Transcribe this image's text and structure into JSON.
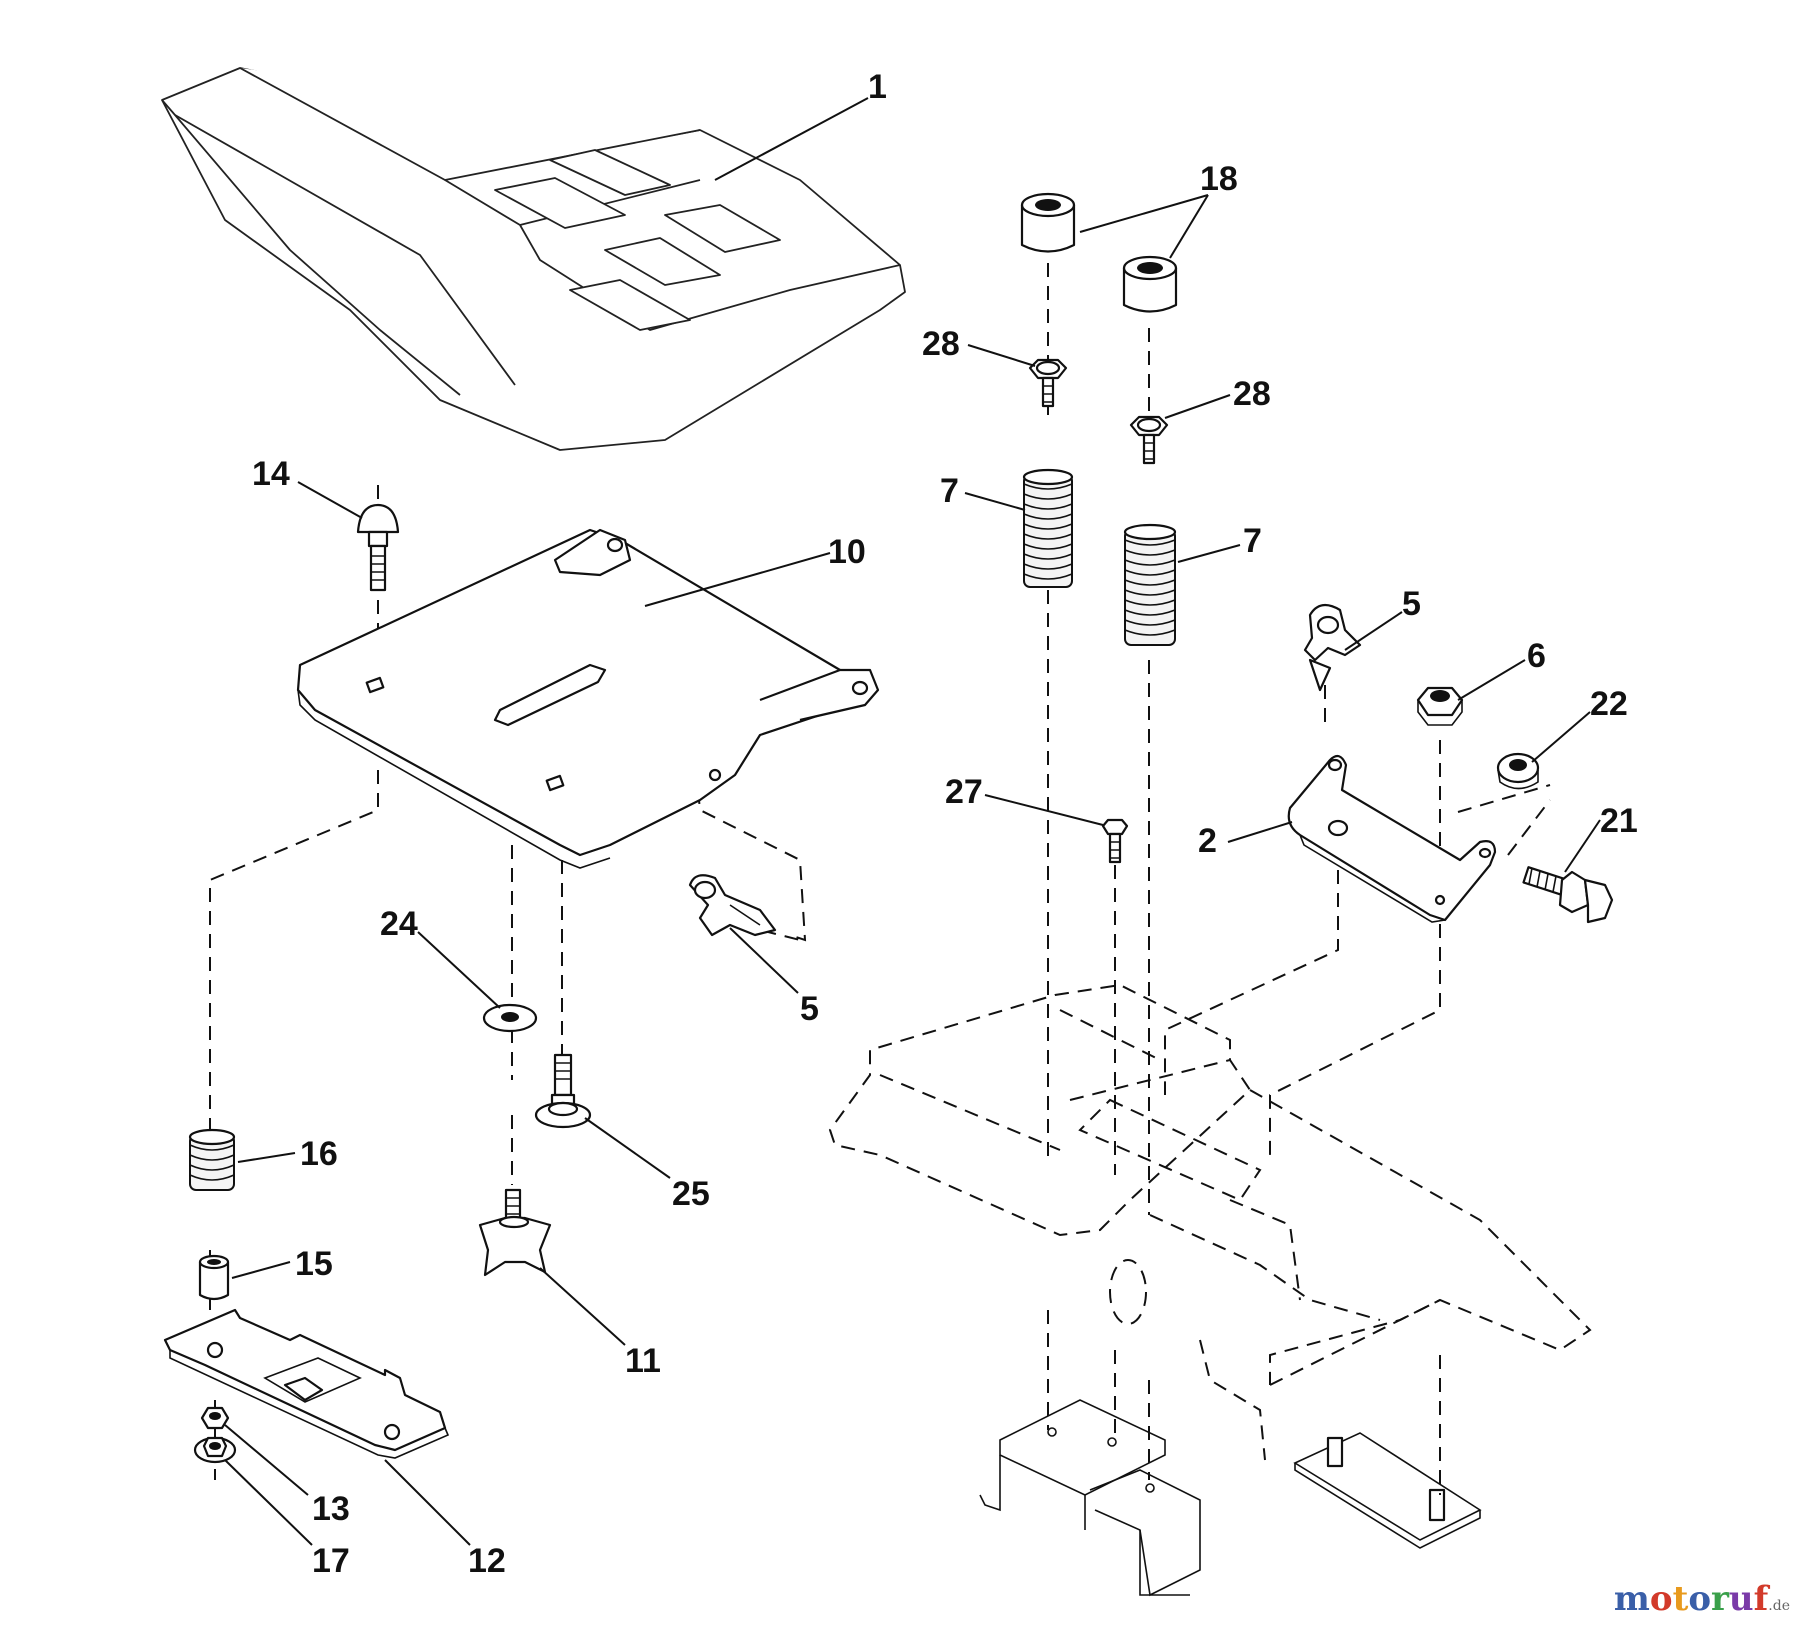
{
  "callouts": {
    "c1": "1",
    "c18": "18",
    "c28a": "28",
    "c28b": "28",
    "c14": "14",
    "c10": "10",
    "c7a": "7",
    "c7b": "7",
    "c5a": "5",
    "c6": "6",
    "c22": "22",
    "c21": "21",
    "c2": "2",
    "c27": "27",
    "c24": "24",
    "c5b": "5",
    "c16": "16",
    "c25": "25",
    "c15": "15",
    "c11": "11",
    "c13": "13",
    "c17": "17",
    "c12": "12"
  },
  "watermark": {
    "brand_letters": [
      "m",
      "o",
      "t",
      "o",
      "r",
      "u",
      "f"
    ],
    "brand_colors": [
      "#3a5fa8",
      "#d23a2a",
      "#e89a1e",
      "#3a5fa8",
      "#3aa04a",
      "#7a3aa8",
      "#d23a2a"
    ],
    "tld": ".de"
  }
}
